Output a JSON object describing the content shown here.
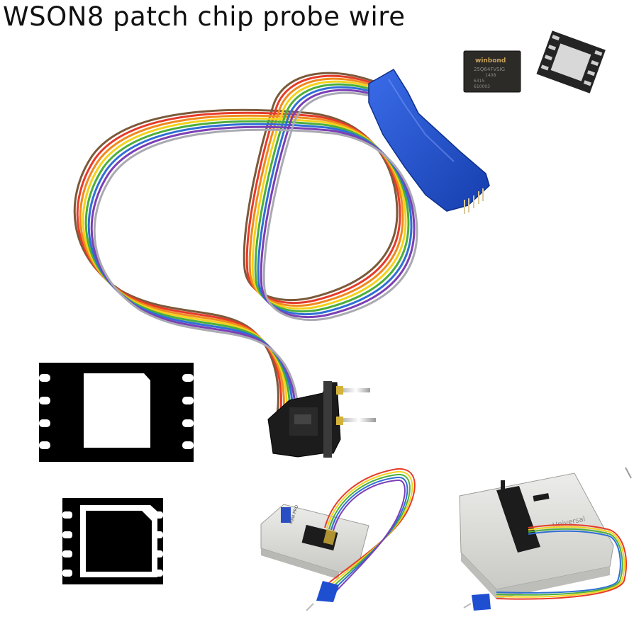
{
  "title": "WSON8 patch chip probe wire",
  "chip_marking": {
    "brand": "winbond",
    "code": "25Q64FVSIG",
    "line2": "1408",
    "line3": "6315",
    "line4": "610003"
  },
  "programmer_small": {
    "label": "MINI PRO"
  },
  "programmer_large": {
    "label": "Universal"
  },
  "colors": {
    "probe_blue": "#1f4fd1",
    "chip_body": "#2a2a2a",
    "socket_black": "#1a1a1a",
    "programmer_grey": "#dcdcd8"
  }
}
